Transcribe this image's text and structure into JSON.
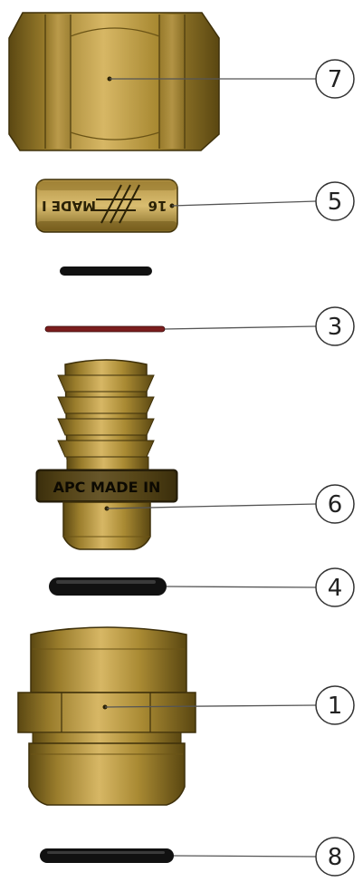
{
  "diagram": {
    "callouts": [
      {
        "id": "nut",
        "label": "7"
      },
      {
        "id": "ring",
        "label": "5"
      },
      {
        "id": "split-ring",
        "label": "3"
      },
      {
        "id": "insert",
        "label": "6"
      },
      {
        "id": "oring-lower",
        "label": "4"
      },
      {
        "id": "body",
        "label": "1"
      },
      {
        "id": "oring-bottom",
        "label": "8"
      }
    ],
    "part_markings": {
      "ring_text_left": "MADE I",
      "ring_text_right": "16",
      "insert_text": "APC MADE IN"
    }
  },
  "colors": {
    "brass_dark": "#5b4812",
    "brass_mid": "#9a7d2c",
    "brass_light": "#d7b765",
    "oring": "#111111",
    "split_ring": "#7a1d1d",
    "leader": "#555555"
  }
}
